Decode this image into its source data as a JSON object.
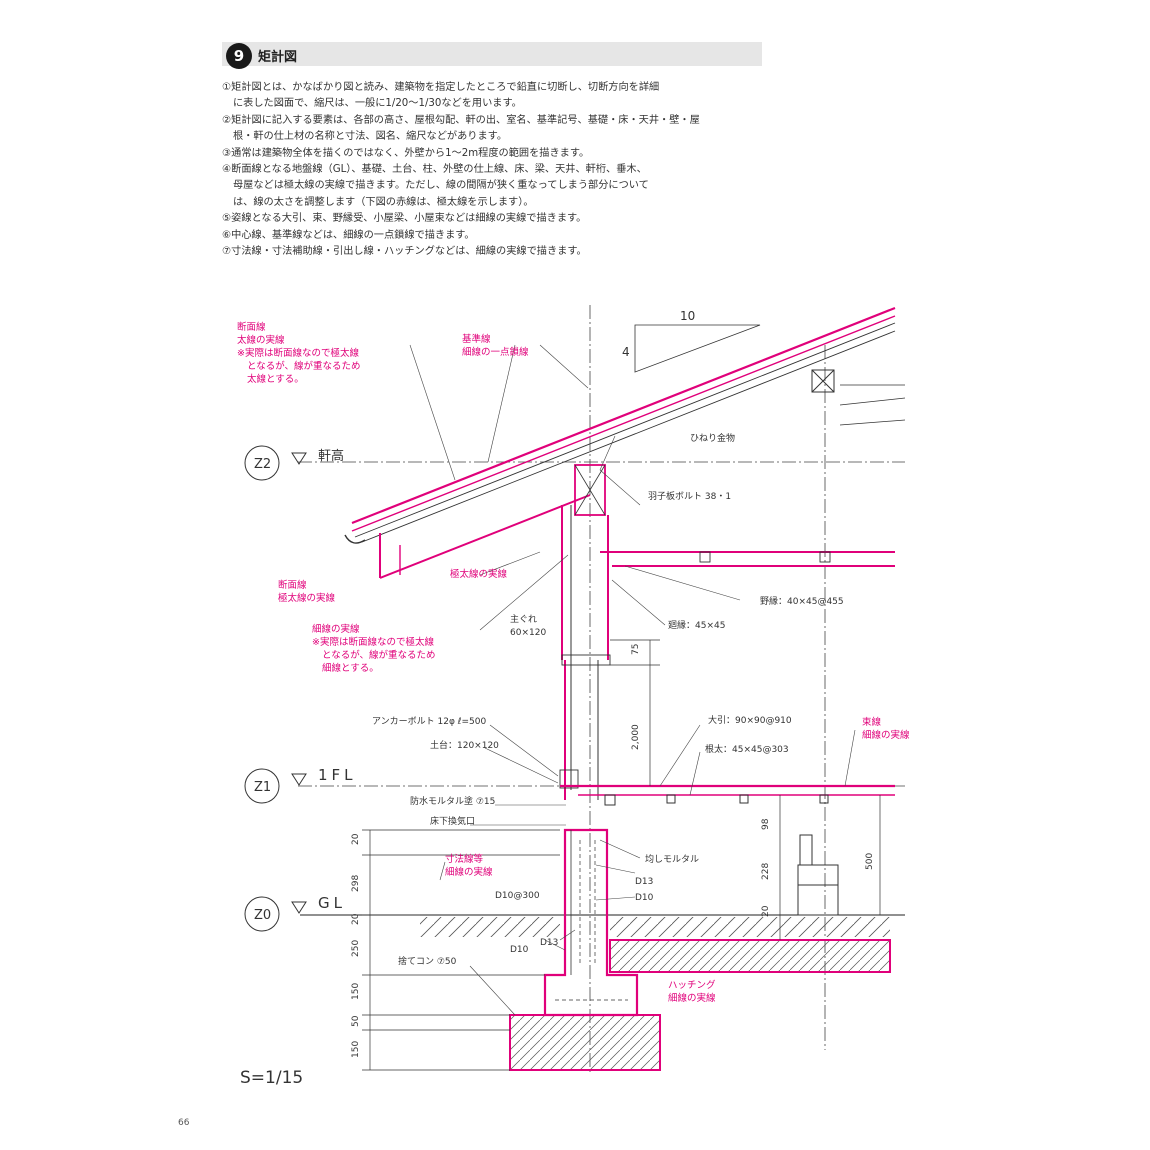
{
  "section": {
    "number": "9",
    "title": "矩計図"
  },
  "notes": [
    "①矩計図とは、かなばかり図と読み、建築物を指定したところで鉛直に切断し、切断方向を詳細",
    "に表した図面で、縮尺は、一般に1/20～1/30などを用います。",
    "②矩計図に記入する要素は、各部の高さ、屋根勾配、軒の出、室名、基準記号、基礎・床・天井・壁・屋",
    "根・軒の仕上材の名称と寸法、図名、縮尺などがあります。",
    "③通常は建築物全体を描くのではなく、外壁から1～2m程度の範囲を描きます。",
    "④断面線となる地盤線（GL）、基礎、土台、柱、外壁の仕上線、床、梁、天井、軒桁、垂木、",
    "母屋などは極太線の実線で描きます。ただし、線の間隔が狭く重なってしまう部分について",
    "は、線の太さを調整します（下図の赤線は、極太線を示します）。",
    "⑤姿線となる大引、束、野縁受、小屋梁、小屋束などは細線の実線で描きます。",
    "⑥中心線、基準線などは、細線の一点鎖線で描きます。",
    "⑦寸法線・寸法補助線・引出し線・ハッチングなどは、細線の実線で描きます。"
  ],
  "drawing": {
    "levels": {
      "eave": "軒高",
      "fl": "1FL",
      "gl": "GL",
      "z2": "Z2",
      "z1": "Z1",
      "z0": "Z0"
    },
    "slope": {
      "run": "10",
      "rise": "4"
    },
    "annotations": {
      "a1": [
        "断面線",
        "太線の実線",
        "※実際は断面線なので極太線",
        "となるが、線が重なるため",
        "太線とする。"
      ],
      "a2": [
        "基準線",
        "細線の一点鎖線"
      ],
      "a3": [
        "断面線",
        "極太線の実線"
      ],
      "a4": "極太線の実線",
      "a5": [
        "細線の実線",
        "※実際は断面線なので極太線",
        "となるが、線が重なるため",
        "細線とする。"
      ],
      "a6": [
        "束線",
        "細線の実線"
      ],
      "a7": [
        "寸法線等",
        "細線の実線"
      ],
      "a8": [
        "ハッチング",
        "細線の実線"
      ]
    },
    "labels": {
      "twist": "ひねり金物",
      "bolt": "羽子板ボルト 38・1",
      "nobuchi": "野縁：40×45@455",
      "mawaribuchi": "廻縁：45×45",
      "column": [
        "主ぐれ",
        "60×120"
      ],
      "anchor": "アンカーボルト 12φ ℓ=500",
      "sill": "土台：120×120",
      "ooobiki": "大引：90×90@910",
      "nedaa": "根太：45×45@303",
      "mortar": "防水モルタル塗 ⑦15",
      "vent": "床下換気口",
      "nokoshi": "均しモルタル",
      "d13a": "D13",
      "d10a": "D10",
      "d10at": "D10@300",
      "d13b": "D13",
      "d10b": "D10",
      "concrete": "捨てコン ⑦50"
    },
    "dims": [
      "75",
      "2,000",
      "20",
      "298",
      "20",
      "250",
      "150",
      "50",
      "150",
      "98",
      "228",
      "20",
      "500"
    ]
  },
  "scale": "S=1/15",
  "page_number": "66",
  "colors": {
    "magenta": "#e0007a",
    "line": "#2b2b2b",
    "header_bg": "#e6e6e6"
  }
}
